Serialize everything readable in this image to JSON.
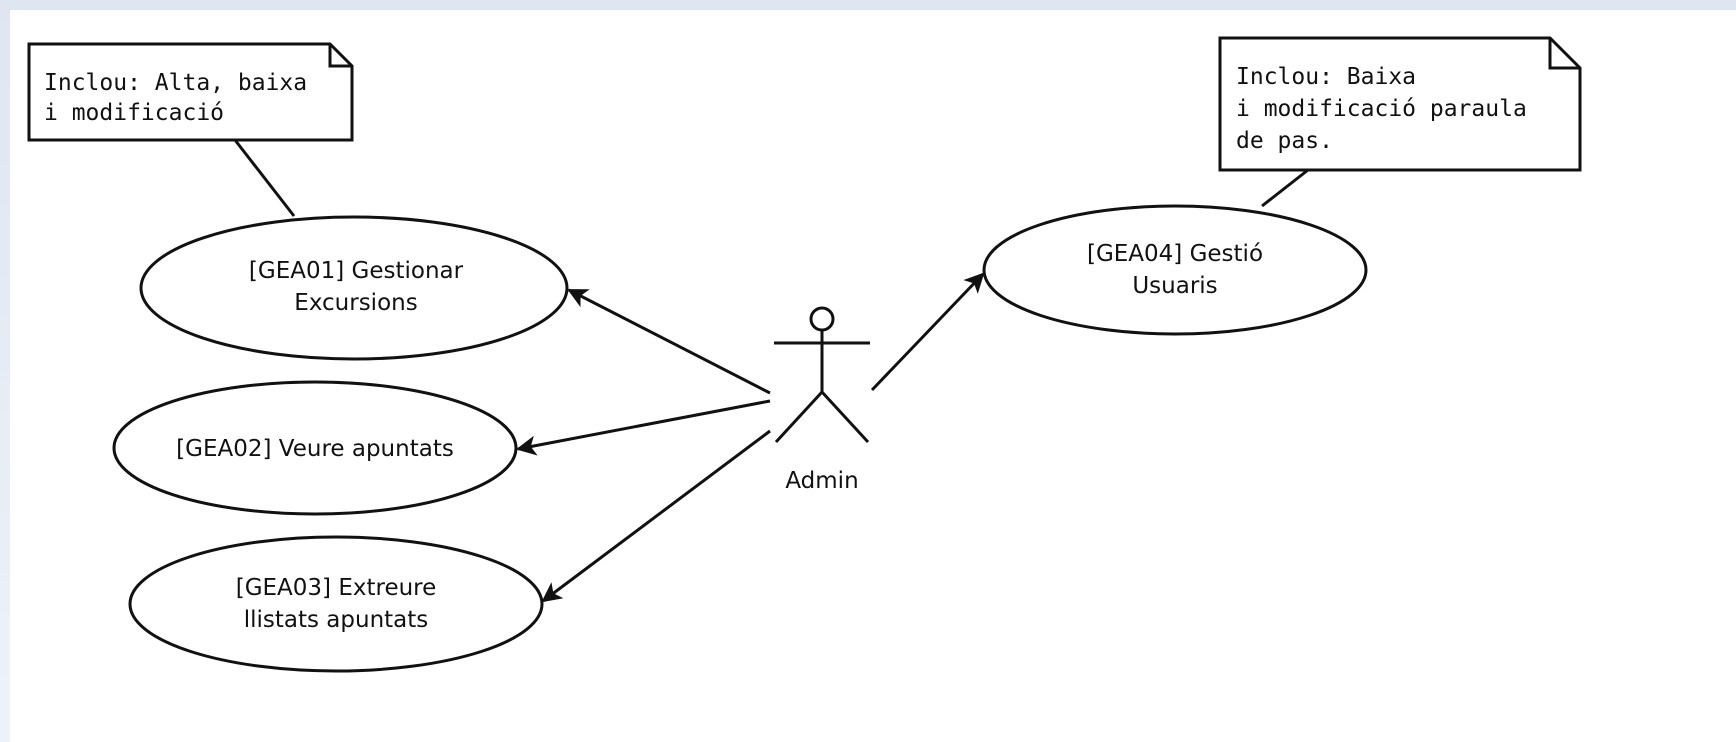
{
  "diagram": {
    "type": "uml-use-case",
    "actor": {
      "label": "Admin"
    },
    "use_cases": [
      {
        "id": "uc1",
        "lines": [
          "[GEA01] Gestionar",
          "Excursions"
        ]
      },
      {
        "id": "uc2",
        "lines": [
          "[GEA02] Veure apuntats"
        ]
      },
      {
        "id": "uc3",
        "lines": [
          "[GEA03] Extreure",
          "llistats apuntats"
        ]
      },
      {
        "id": "uc4",
        "lines": [
          "[GEA04] Gestió",
          "Usuaris"
        ]
      }
    ],
    "notes": [
      {
        "id": "note1",
        "lines": [
          "Inclou: Alta, baixa",
          "i modificació"
        ],
        "attached_to": "uc1"
      },
      {
        "id": "note2",
        "lines": [
          "Inclou: Baixa",
          "i modificació paraula",
          "de pas."
        ],
        "attached_to": "uc4"
      }
    ],
    "associations": [
      {
        "from": "actor",
        "to": "uc1"
      },
      {
        "from": "actor",
        "to": "uc2"
      },
      {
        "from": "actor",
        "to": "uc3"
      },
      {
        "from": "actor",
        "to": "uc4"
      }
    ]
  }
}
